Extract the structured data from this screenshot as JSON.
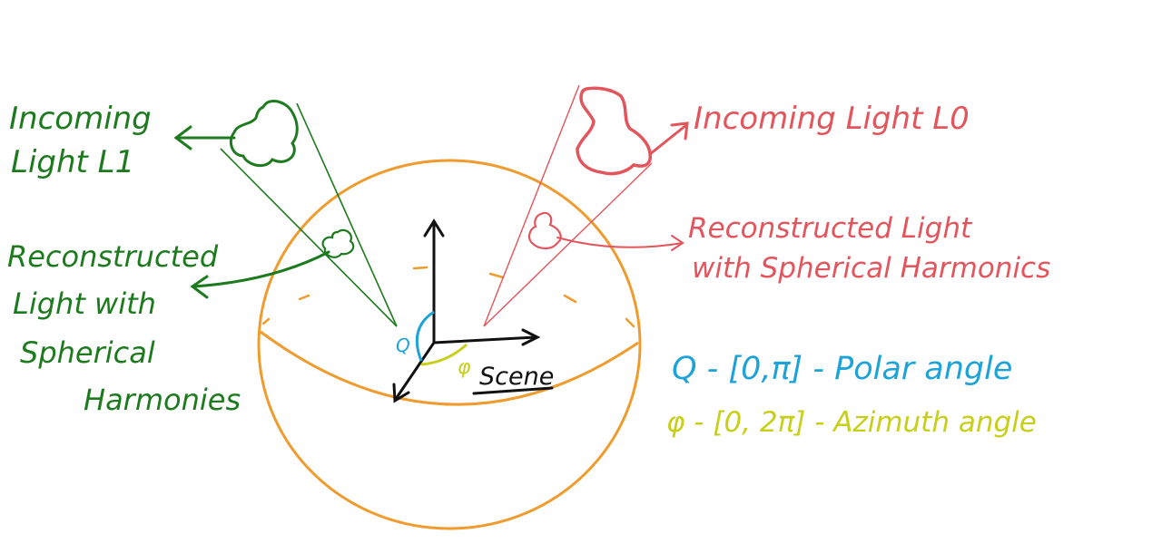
{
  "colors": {
    "green": "#1e7a1e",
    "red": "#e2555c",
    "orange": "#ef9b2e",
    "blue": "#1ea3d8",
    "yellow": "#c7cf1a",
    "black": "#111111"
  },
  "labels": {
    "incoming_l1": [
      "Incoming",
      "Light L1"
    ],
    "reconstructed_green": [
      "Reconstructed",
      "Light with",
      "Spherical",
      "Harmonies"
    ],
    "incoming_l0": "Incoming Light L0",
    "reconstructed_red": [
      "Reconstructed Light",
      "with Spherical Harmonics"
    ],
    "theta_symbol": "Q",
    "phi_symbol": "φ",
    "scene": "Scene",
    "polar_legend": "Q - [0,π] - Polar angle",
    "azimuth_legend": "φ - [0, 2π] - Azimuth angle"
  }
}
